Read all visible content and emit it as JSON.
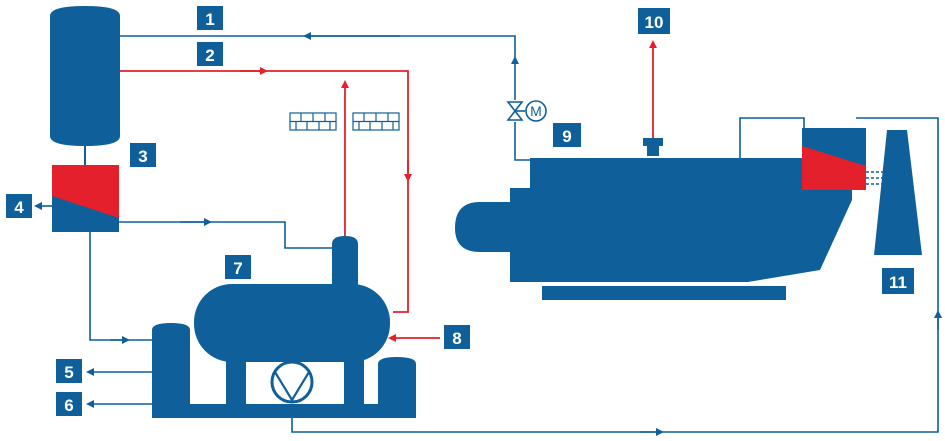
{
  "colors": {
    "equipment": "#0f5f9a",
    "hot": "#e3202b",
    "badge": "#0f5f9a",
    "badge_text": "#ffffff",
    "background": "#ffffff"
  },
  "labels": {
    "l1": "1",
    "l2": "2",
    "l3": "3",
    "l4": "4",
    "l5": "5",
    "l6": "6",
    "l7": "7",
    "l8": "8",
    "l9": "9",
    "l10": "10",
    "l11": "11"
  },
  "symbols": {
    "motor": "M"
  }
}
